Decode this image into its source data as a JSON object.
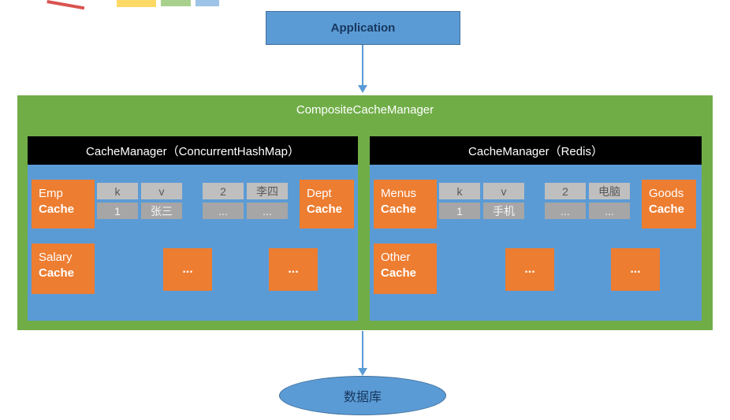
{
  "application": {
    "label": "Application"
  },
  "composite": {
    "title": "CompositeCacheManager"
  },
  "database": {
    "label": "数据库"
  },
  "panels": [
    {
      "title": "CacheManager（ConcurrentHashMap）",
      "left_cache": {
        "line1": "Emp",
        "line2": "Cache"
      },
      "right_cache": {
        "line1": "Dept",
        "line2": "Cache"
      },
      "row2_cache": {
        "line1": "Salary",
        "line2": "Cache"
      },
      "kv_a": [
        [
          "k",
          "v"
        ],
        [
          "1",
          "张三"
        ]
      ],
      "kv_b": [
        [
          "2",
          "李四"
        ],
        [
          "...",
          "..."
        ]
      ],
      "dots1": "...",
      "dots2": "..."
    },
    {
      "title": "CacheManager（Redis）",
      "left_cache": {
        "line1": "Menus",
        "line2": "Cache"
      },
      "right_cache": {
        "line1": "Goods",
        "line2": "Cache"
      },
      "row2_cache": {
        "line1": "Other",
        "line2": "Cache"
      },
      "kv_a": [
        [
          "k",
          "v"
        ],
        [
          "1",
          "手机"
        ]
      ],
      "kv_b": [
        [
          "2",
          "电脑"
        ],
        [
          "...",
          "..."
        ]
      ],
      "dots1": "...",
      "dots2": "..."
    }
  ],
  "colors": {
    "blue": "#5B9BD5",
    "blue_border": "#41719C",
    "green": "#70AD47",
    "orange": "#ED7D31",
    "black_header": "#000000",
    "gray_header_cell": "#BFBFBF",
    "gray_value_cell": "#A6A6A6"
  }
}
